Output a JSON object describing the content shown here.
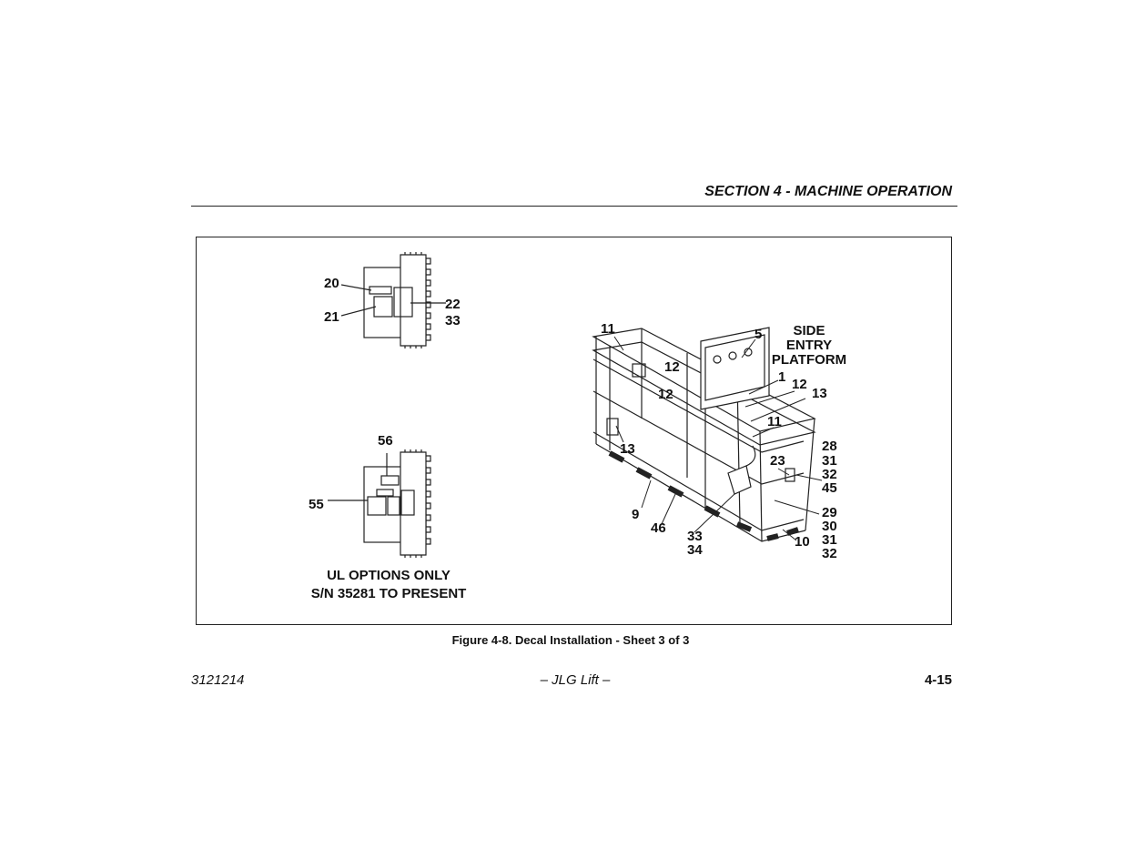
{
  "header": {
    "section_title": "SECTION 4 - MACHINE OPERATION"
  },
  "figure": {
    "left_top_callouts": {
      "c20": "20",
      "c21": "21",
      "c22": "22",
      "c33": "33"
    },
    "left_bottom_callouts": {
      "c56": "56",
      "c55": "55"
    },
    "ul_note": {
      "line1": "UL OPTIONS ONLY",
      "line2": "S/N 35281 TO PRESENT"
    },
    "platform_label": {
      "line1": "SIDE",
      "line2": "ENTRY",
      "line3": "PLATFORM"
    },
    "platform_callouts": {
      "c11a": "11",
      "c5": "5",
      "c12a": "12",
      "c12b": "12",
      "c1": "1",
      "c12c": "12",
      "c13a": "13",
      "c11b": "11",
      "c13b": "13",
      "c23": "23",
      "c28": "28",
      "c31a": "31",
      "c32a": "32",
      "c45": "45",
      "c29": "29",
      "c30": "30",
      "c31b": "31",
      "c32b": "32",
      "c9": "9",
      "c46": "46",
      "c33": "33",
      "c34": "34",
      "c10": "10"
    },
    "caption": "Figure 4-8. Decal Installation - Sheet 3 of 3"
  },
  "footer": {
    "doc_number": "3121214",
    "center": "– JLG Lift –",
    "page": "4-15"
  }
}
